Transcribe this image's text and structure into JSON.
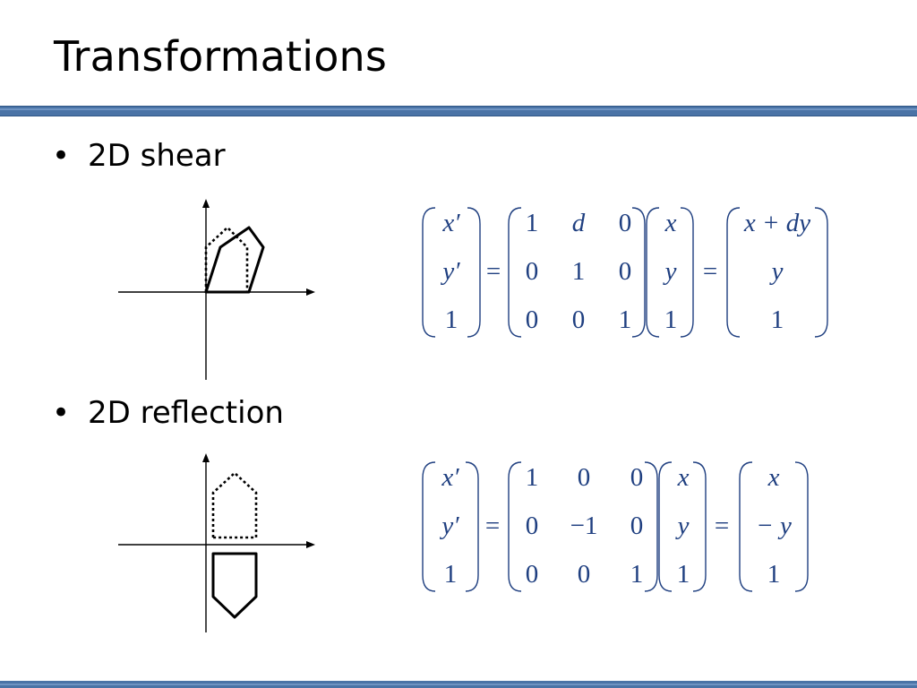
{
  "title": "Transformations",
  "bullets": {
    "b1": "2D shear",
    "b2": "2D reflection",
    "dot": "•"
  },
  "shear": {
    "out": [
      "x′",
      "y′",
      "1"
    ],
    "matrix": [
      [
        "1",
        "d",
        "0"
      ],
      [
        "0",
        "1",
        "0"
      ],
      [
        "0",
        "0",
        "1"
      ]
    ],
    "in": [
      "x",
      "y",
      "1"
    ],
    "res": [
      "x + dy",
      "y",
      "1"
    ],
    "eq": "="
  },
  "reflection": {
    "out": [
      "x′",
      "y′",
      "1"
    ],
    "matrix": [
      [
        "1",
        "0",
        "0"
      ],
      [
        "0",
        "−1",
        "0"
      ],
      [
        "0",
        "0",
        "1"
      ]
    ],
    "in": [
      "x",
      "y",
      "1"
    ],
    "res": [
      "x",
      "− y",
      "1"
    ],
    "eq": "="
  }
}
